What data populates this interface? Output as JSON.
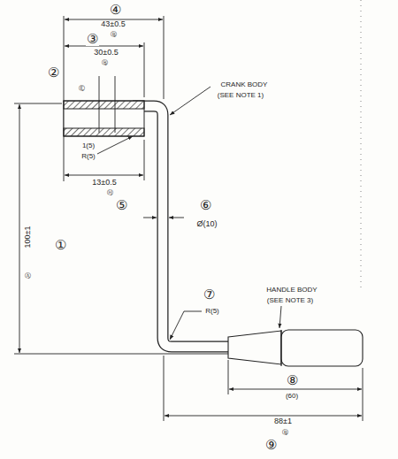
{
  "diagram": {
    "labels": [
      "④",
      "43±0.5",
      "Ⓑ",
      "③",
      "30±0.5",
      "Ⓑ",
      "②",
      "Ⓔ",
      "1(5)",
      "R(5)",
      "13±0.5",
      "Ⓗ",
      "⑤",
      "100±1",
      "Ⓐ",
      "①",
      "CRANK BODY",
      "(SEE NOTE 1)",
      "⑥",
      "Ø(10)",
      "⑦",
      "R(5)",
      "HANDLE BODY",
      "(SEE NOTE 3)",
      "⑧",
      "(60)",
      "88±1",
      "Ⓑ",
      "⑨"
    ]
  }
}
